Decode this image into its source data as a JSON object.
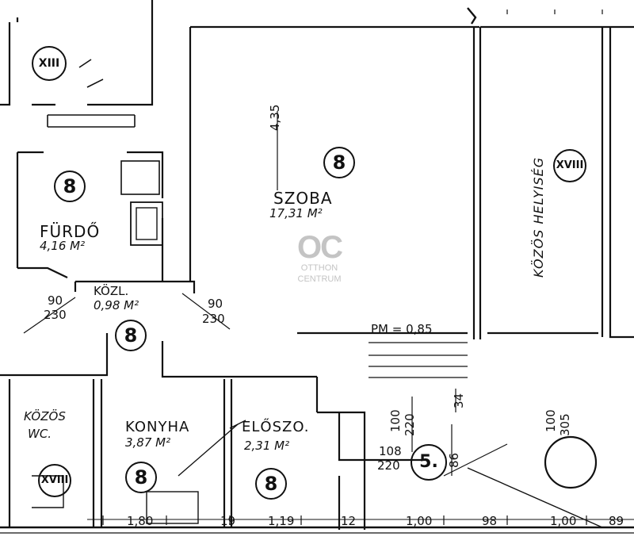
{
  "rooms": {
    "szoba": {
      "name": "SZOBA",
      "area": "17,31 M²",
      "number": "8",
      "height": "4,35"
    },
    "furdo": {
      "name": "FÜRDŐ",
      "area": "4,16 M²",
      "number": "8"
    },
    "kozl": {
      "name": "KÖZL.",
      "area": "0,98 M²",
      "number": "8"
    },
    "konyha": {
      "name": "KONYHA",
      "area": "3,87 M²",
      "number": "8"
    },
    "eloszo": {
      "name": "ELŐSZO.",
      "area": "2,31 M²",
      "number": "8"
    },
    "kozos_wc": {
      "name_line1": "KÖZÖS",
      "name_line2": "WC.",
      "number": "XVIII"
    },
    "kozos_helyiseg": {
      "name": "KÖZÖS HELYISÉG",
      "number": "XVIII"
    }
  },
  "markers": {
    "xiii": "XIII",
    "unit": "5."
  },
  "doors": {
    "left_w": "90",
    "left_h": "230",
    "right_w": "90",
    "right_h": "230",
    "entry_w": "100",
    "entry_h": "220",
    "side_w": "108",
    "side_h": "220",
    "right_door_w": "100",
    "right_door_h": "305",
    "small_34": "34",
    "small_86": "86",
    "pm": "PM = 0,85"
  },
  "bottom_dims": [
    "1,80",
    "19",
    "1,19",
    "12",
    "1,00",
    "98",
    "1,00",
    "89"
  ],
  "watermark": {
    "logo": "OC",
    "line1": "OTTHON",
    "line2": "CENTRUM"
  }
}
